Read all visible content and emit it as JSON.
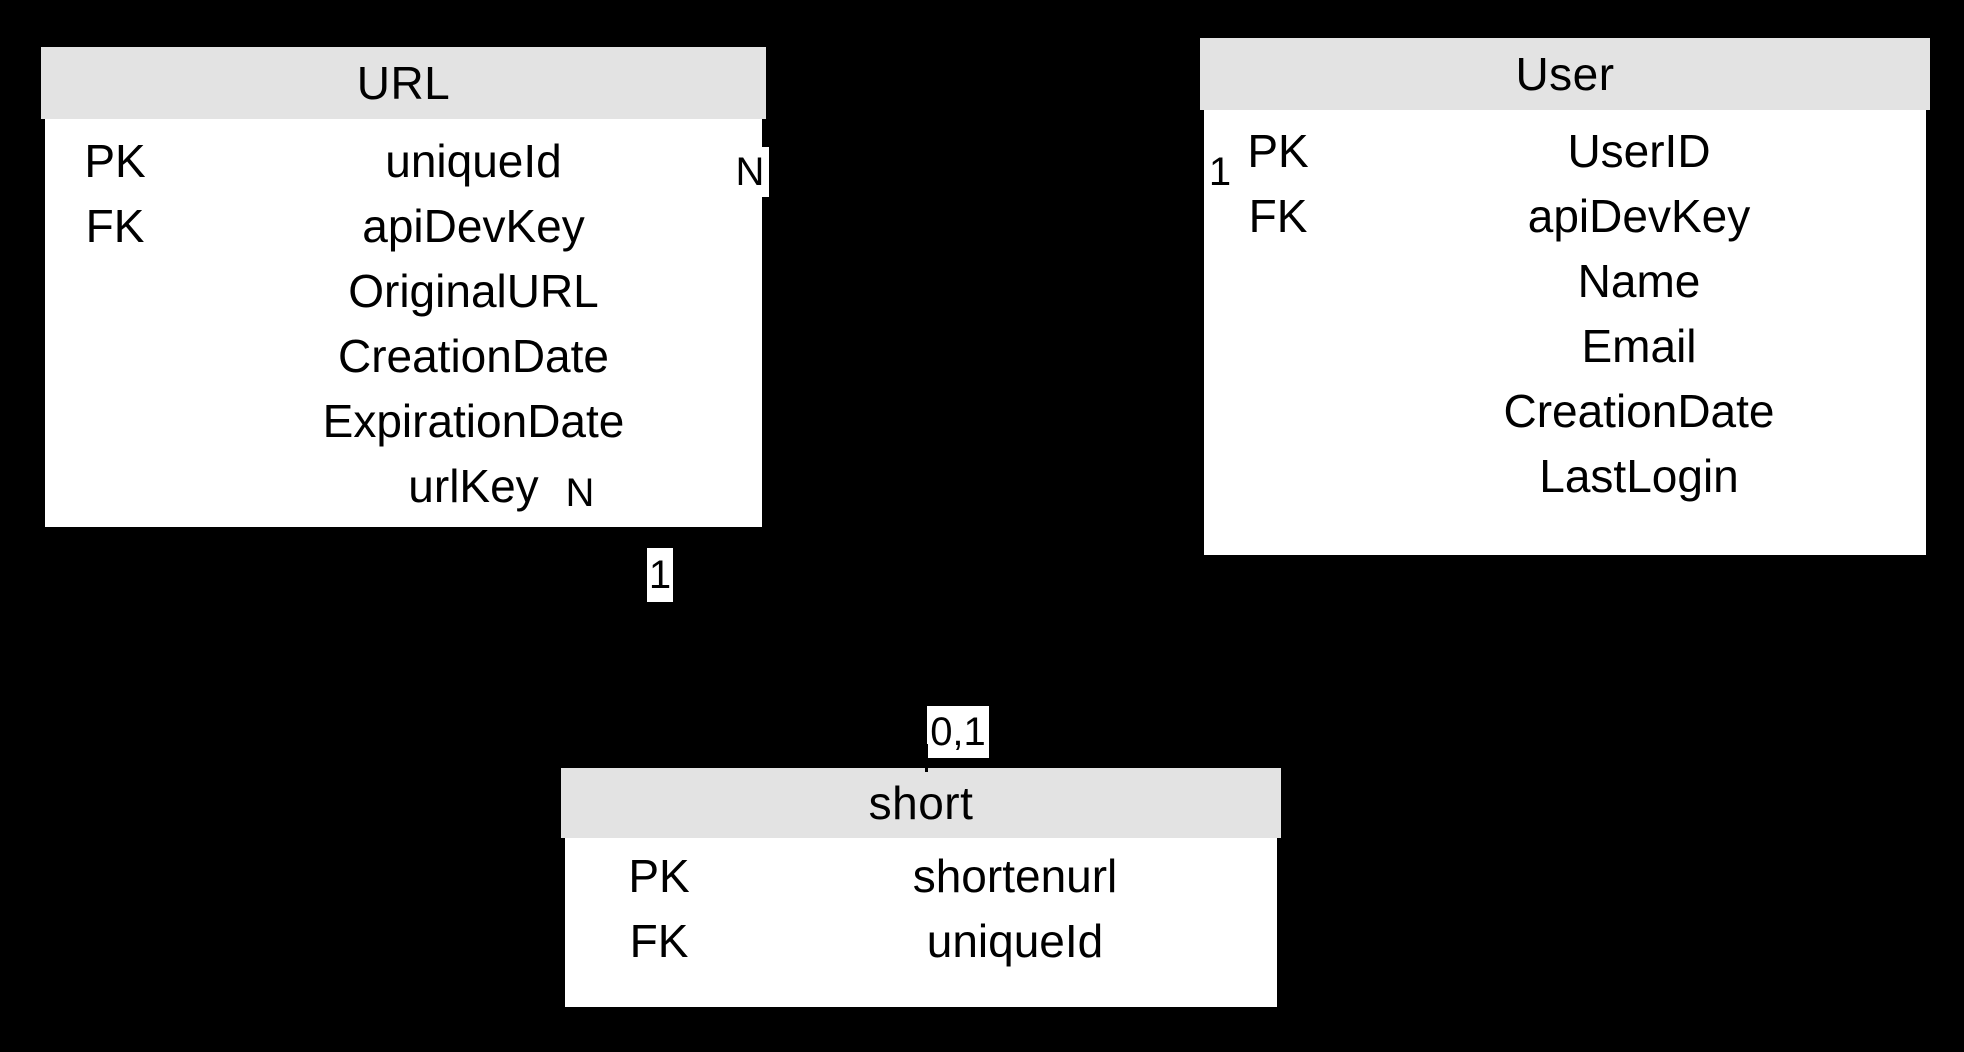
{
  "diagram": {
    "colors": {
      "background": "#000000",
      "entity_header_fill": "#e3e3e3",
      "entity_body_fill": "#ffffff",
      "text": "#000000"
    },
    "entities": {
      "url": {
        "title": "URL",
        "rows": [
          {
            "key": "PK",
            "attr": "uniqueId"
          },
          {
            "key": "FK",
            "attr": "apiDevKey"
          },
          {
            "key": "",
            "attr": "OriginalURL"
          },
          {
            "key": "",
            "attr": "CreationDate"
          },
          {
            "key": "",
            "attr": "ExpirationDate"
          },
          {
            "key": "",
            "attr": "urlKey"
          }
        ]
      },
      "user": {
        "title": "User",
        "rows": [
          {
            "key": "PK",
            "attr": "UserID"
          },
          {
            "key": "FK",
            "attr": "apiDevKey"
          },
          {
            "key": "",
            "attr": "Name"
          },
          {
            "key": "",
            "attr": "Email"
          },
          {
            "key": "",
            "attr": "CreationDate"
          },
          {
            "key": "",
            "attr": "LastLogin"
          }
        ]
      },
      "short": {
        "title": "short",
        "rows": [
          {
            "key": "PK",
            "attr": "shortenurl"
          },
          {
            "key": "FK",
            "attr": "uniqueId"
          }
        ]
      }
    },
    "cardinality_labels": {
      "url_right_n": "N",
      "url_urlkey_n": "N",
      "url_bottom_1": "1",
      "user_left_1": "1",
      "short_top_01": "0,1"
    }
  }
}
